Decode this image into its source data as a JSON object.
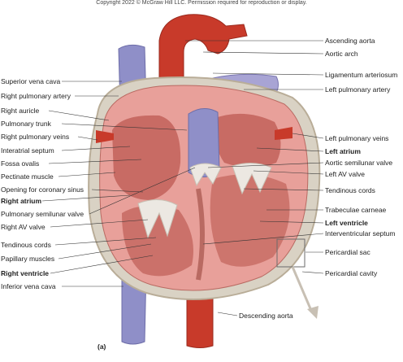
{
  "copyright": "Copyright 2022 © McGraw Hill LLC. Permission required for reproduction or display.",
  "part_label": "(a)",
  "colors": {
    "artery_red": "#c83a2a",
    "vein_blue": "#8f8fc8",
    "muscle_pink": "#e8a09a",
    "chamber_dark": "#c2625a",
    "valve_white": "#ece8e2",
    "pericardium": "#d9d2c4"
  },
  "labels_left": [
    {
      "id": "superior-vena-cava",
      "text": "Superior vena cava",
      "bold": false
    },
    {
      "id": "right-pulmonary-artery",
      "text": "Right pulmonary artery",
      "bold": false
    },
    {
      "id": "right-auricle",
      "text": "Right auricle",
      "bold": false
    },
    {
      "id": "pulmonary-trunk",
      "text": "Pulmonary trunk",
      "bold": false
    },
    {
      "id": "right-pulmonary-veins",
      "text": "Right pulmonary veins",
      "bold": false
    },
    {
      "id": "interatrial-septum",
      "text": "Interatrial septum",
      "bold": false
    },
    {
      "id": "fossa-ovalis",
      "text": "Fossa ovalis",
      "bold": false
    },
    {
      "id": "pectinate-muscle",
      "text": "Pectinate muscle",
      "bold": false
    },
    {
      "id": "opening-coronary-sinus",
      "text": "Opening for coronary sinus",
      "bold": false
    },
    {
      "id": "right-atrium",
      "text": "Right atrium",
      "bold": true
    },
    {
      "id": "pulmonary-semilunar-valve",
      "text": "Pulmonary semilunar valve",
      "bold": false
    },
    {
      "id": "right-av-valve",
      "text": "Right AV valve",
      "bold": false
    },
    {
      "id": "tendinous-cords-left",
      "text": "Tendinous cords",
      "bold": false
    },
    {
      "id": "papillary-muscles",
      "text": "Papillary muscles",
      "bold": false
    },
    {
      "id": "right-ventricle",
      "text": "Right ventricle",
      "bold": true
    },
    {
      "id": "inferior-vena-cava",
      "text": "Inferior vena cava",
      "bold": false
    }
  ],
  "labels_right": [
    {
      "id": "ascending-aorta",
      "text": "Ascending aorta",
      "bold": false
    },
    {
      "id": "aortic-arch",
      "text": "Aortic arch",
      "bold": false
    },
    {
      "id": "ligamentum-arteriosum",
      "text": "Ligamentum arteriosum",
      "bold": false
    },
    {
      "id": "left-pulmonary-artery",
      "text": "Left pulmonary artery",
      "bold": false
    },
    {
      "id": "left-pulmonary-veins",
      "text": "Left pulmonary veins",
      "bold": false
    },
    {
      "id": "left-atrium",
      "text": "Left atrium",
      "bold": true
    },
    {
      "id": "aortic-semilunar-valve",
      "text": "Aortic semilunar valve",
      "bold": false
    },
    {
      "id": "left-av-valve",
      "text": "Left AV valve",
      "bold": false
    },
    {
      "id": "tendinous-cords-right",
      "text": "Tendinous cords",
      "bold": false
    },
    {
      "id": "trabeculae-carneae",
      "text": "Trabeculae carneae",
      "bold": false
    },
    {
      "id": "left-ventricle",
      "text": "Left ventricle",
      "bold": true
    },
    {
      "id": "interventricular-septum",
      "text": "Interventricular septum",
      "bold": false
    },
    {
      "id": "pericardial-sac",
      "text": "Pericardial sac",
      "bold": false
    },
    {
      "id": "pericardial-cavity",
      "text": "Pericardial cavity",
      "bold": false
    }
  ],
  "label_bottom": {
    "id": "descending-aorta",
    "text": "Descending aorta",
    "bold": false
  }
}
